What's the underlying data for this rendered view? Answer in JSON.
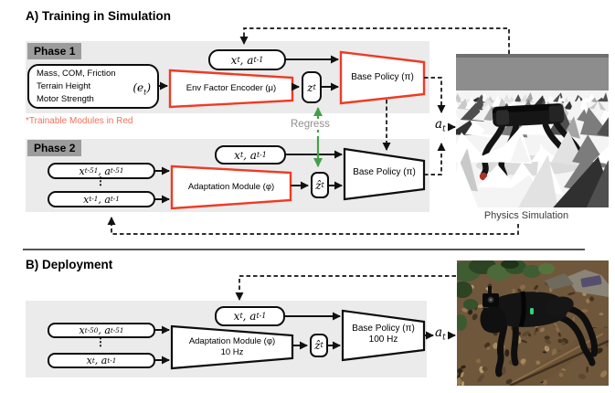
{
  "section_a": {
    "title": "A) Training in Simulation",
    "note": "*Trainable Modules in Red",
    "regress_label": "Regress",
    "action_symbol": "a_t",
    "sim_caption": "Physics Simulation",
    "phase1": {
      "label": "Phase 1",
      "env_factors": [
        "Mass, COM, Friction",
        "Terrain Height",
        "Motor Strength"
      ],
      "env_symbol": "(e_t)",
      "state_input": "x_t, a_{t-1}",
      "encoder_label": "Env Factor Encoder (μ)",
      "latent_symbol": "z_t",
      "policy_label": "Base Policy (π)"
    },
    "phase2": {
      "label": "Phase 2",
      "state_input": "x_t, a_{t-1}",
      "history_first": "x_{t-51}, a_{t-51}",
      "history_ellipsis": "⋮",
      "history_last": "x_{t-1}, a_{t-1}",
      "adaptation_label": "Adaptation Module (φ)",
      "latent_symbol": "ẑ_t",
      "policy_label": "Base Policy (π)"
    }
  },
  "section_b": {
    "title": "B) Deployment",
    "state_input": "x_t, a_{t-1}",
    "history_first": "x_{t-50}, a_{t-51}",
    "history_ellipsis": "⋮",
    "history_last": "x_t, a_{t-1}",
    "adaptation_label": "Adaptation Module (φ)",
    "adaptation_rate": "10 Hz",
    "latent_symbol": "ẑ_t",
    "policy_label": "Base Policy (π)",
    "policy_rate": "100 Hz",
    "action_symbol": "a_t"
  },
  "colors": {
    "red": "#ee3b24",
    "note_red": "#f2705a",
    "green": "#44a048",
    "panel": "#ebebeb",
    "phlabel": "#9c9c9c"
  }
}
